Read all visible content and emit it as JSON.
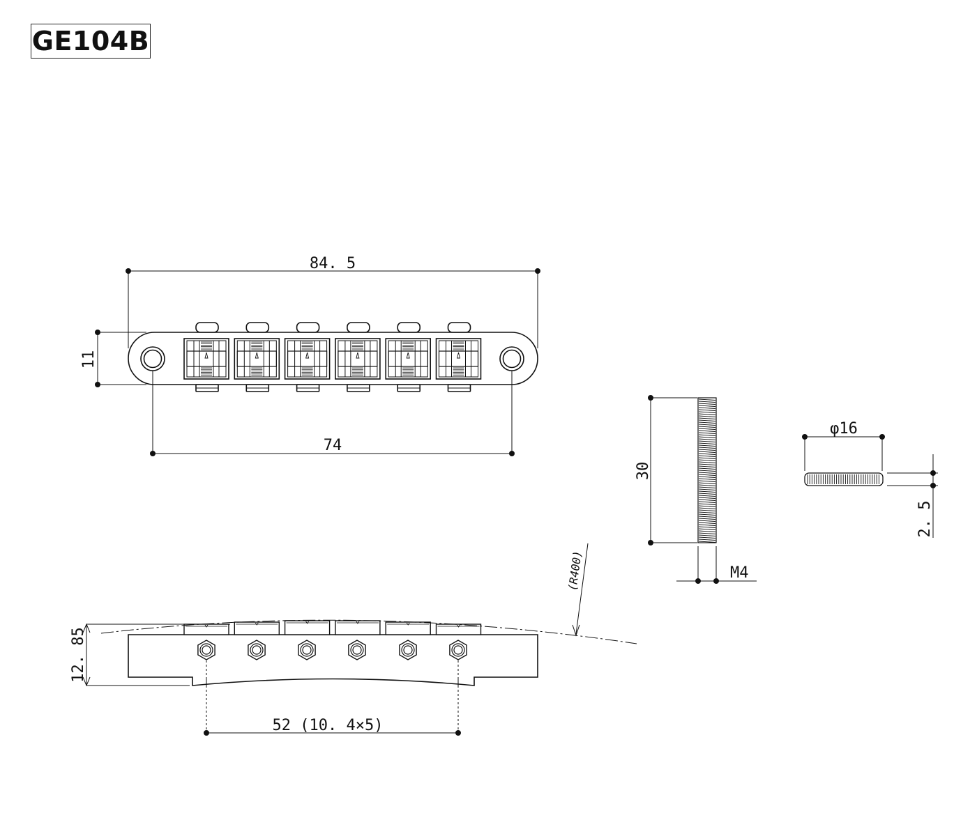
{
  "model": {
    "label": "GE104B"
  },
  "dimensions": {
    "top_width": "84. 5",
    "top_height": "11",
    "stud_spacing": "74",
    "side_height": "12. 85",
    "string_spacing": "52 (10. 4×5)",
    "radius": "(R400)",
    "stud_length": "30",
    "stud_thread": "M4",
    "wheel_diameter": "φ16",
    "wheel_thickness": "2. 5"
  },
  "views": {
    "saddle_count": 6
  },
  "colors": {
    "line": "#111111",
    "fill": "#ffffff"
  }
}
